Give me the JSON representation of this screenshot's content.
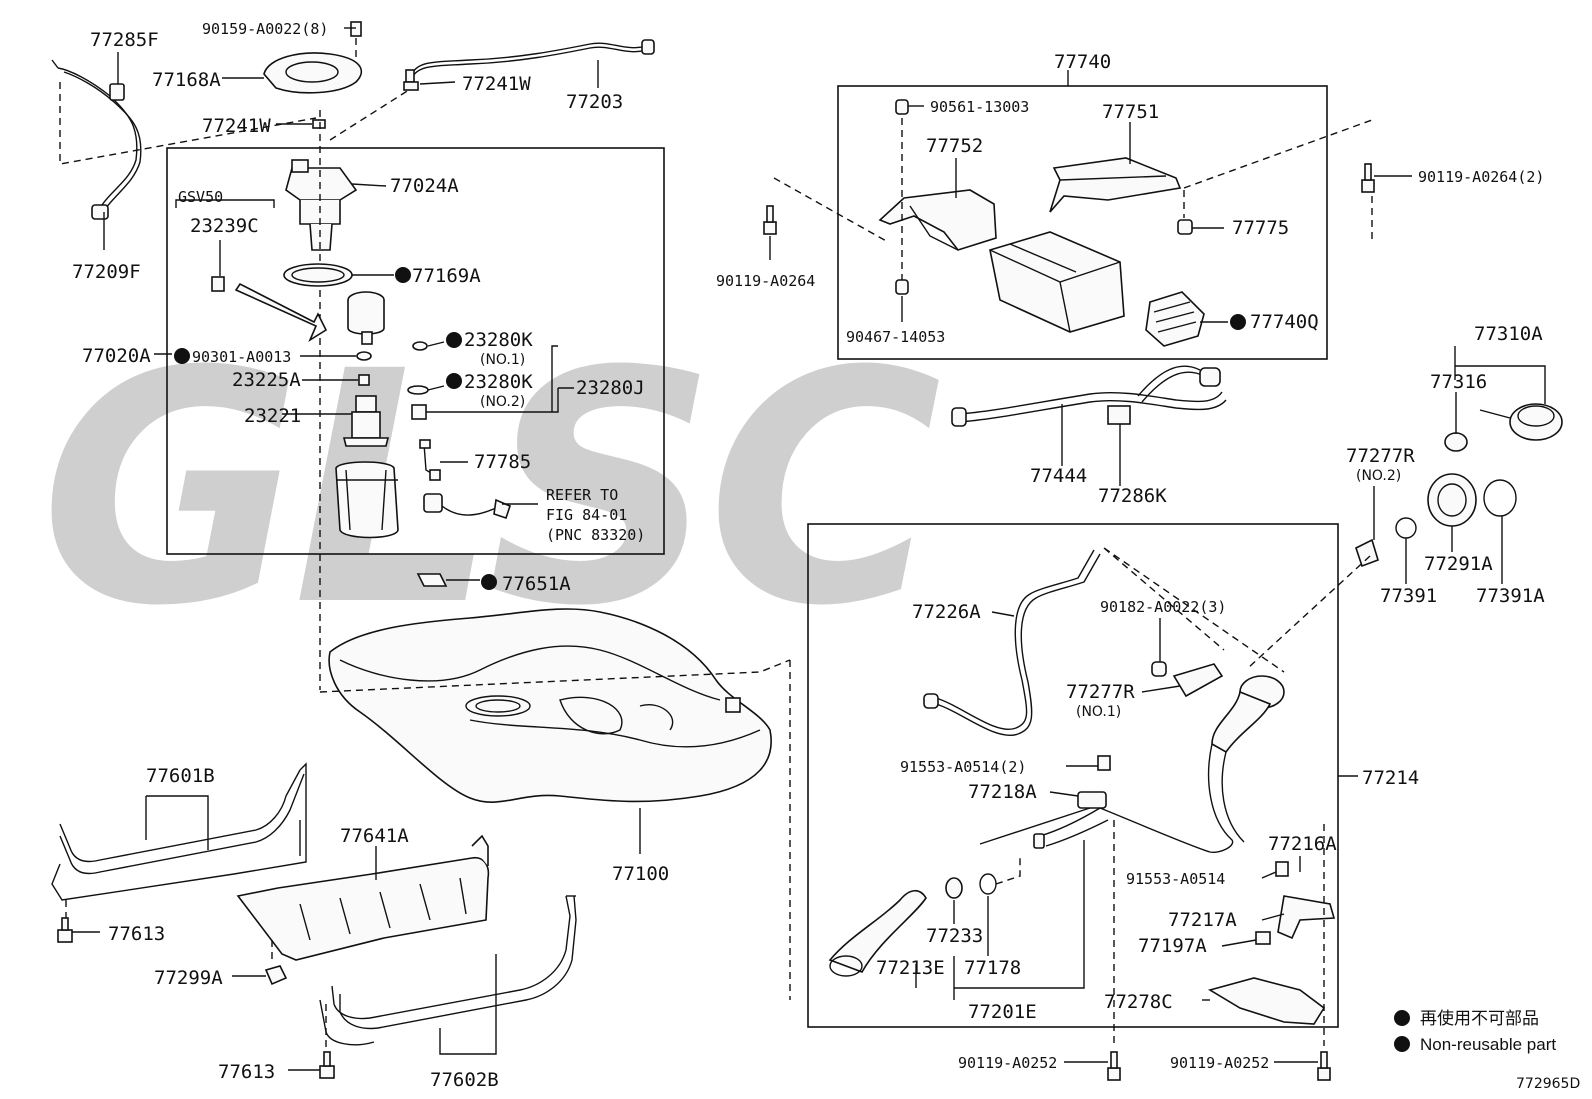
{
  "watermark": "GLSC",
  "figure_id": "772965D",
  "legend": [
    {
      "marker": "●",
      "text": "再使用不可部品"
    },
    {
      "marker": "●",
      "text": "Non-reusable part"
    }
  ],
  "labels": {
    "p77285F": "77285F",
    "p90159": "90159-A0022(8)",
    "p77168A": "77168A",
    "p77241W_a": "77241W",
    "p77203": "77203",
    "p77241W_b": "77241W",
    "p77209F": "77209F",
    "p77024A": "77024A",
    "gsv50": "GSV50",
    "p23239C": "23239C",
    "p77169A": "77169A",
    "p77020A": "77020A",
    "p90301": "90301-A0013",
    "p23280K_1": "23280K",
    "no1_a": "(NO.1)",
    "p23225A": "23225A",
    "p23280K_2": "23280K",
    "no2_a": "(NO.2)",
    "p23280J": "23280J",
    "p23221": "23221",
    "p77785": "77785",
    "refer1": "REFER TO",
    "refer2": "FIG 84-01",
    "refer3": "(PNC 83320)",
    "p77651A": "77651A",
    "p77740": "77740",
    "p90561": "90561-13003",
    "p77751": "77751",
    "p77752": "77752",
    "p90119_264_2": "90119-A0264(2)",
    "p77775": "77775",
    "p90119_264": "90119-A0264",
    "p90467": "90467-14053",
    "p77740Q": "77740Q",
    "p77310A": "77310A",
    "p77316": "77316",
    "p77444": "77444",
    "p77286K": "77286K",
    "p77277R_2": "77277R",
    "no2_b": "(NO.2)",
    "p77291A": "77291A",
    "p77391": "77391",
    "p77391A": "77391A",
    "p77226A": "77226A",
    "p90182": "90182-A0022(3)",
    "p77277R_1": "77277R",
    "no1_b": "(NO.1)",
    "p91553_2": "91553-A0514(2)",
    "p77218A": "77218A",
    "p77214": "77214",
    "p77216A": "77216A",
    "p91553": "91553-A0514",
    "p77217A": "77217A",
    "p77197A": "77197A",
    "p77233": "77233",
    "p77178": "77178",
    "p77213E": "77213E",
    "p77201E": "77201E",
    "p77278C": "77278C",
    "p90119_252_a": "90119-A0252",
    "p90119_252_b": "90119-A0252",
    "p77601B": "77601B",
    "p77641A": "77641A",
    "p77100": "77100",
    "p77613_a": "77613",
    "p77299A": "77299A",
    "p77613_b": "77613",
    "p77602B": "77602B"
  }
}
